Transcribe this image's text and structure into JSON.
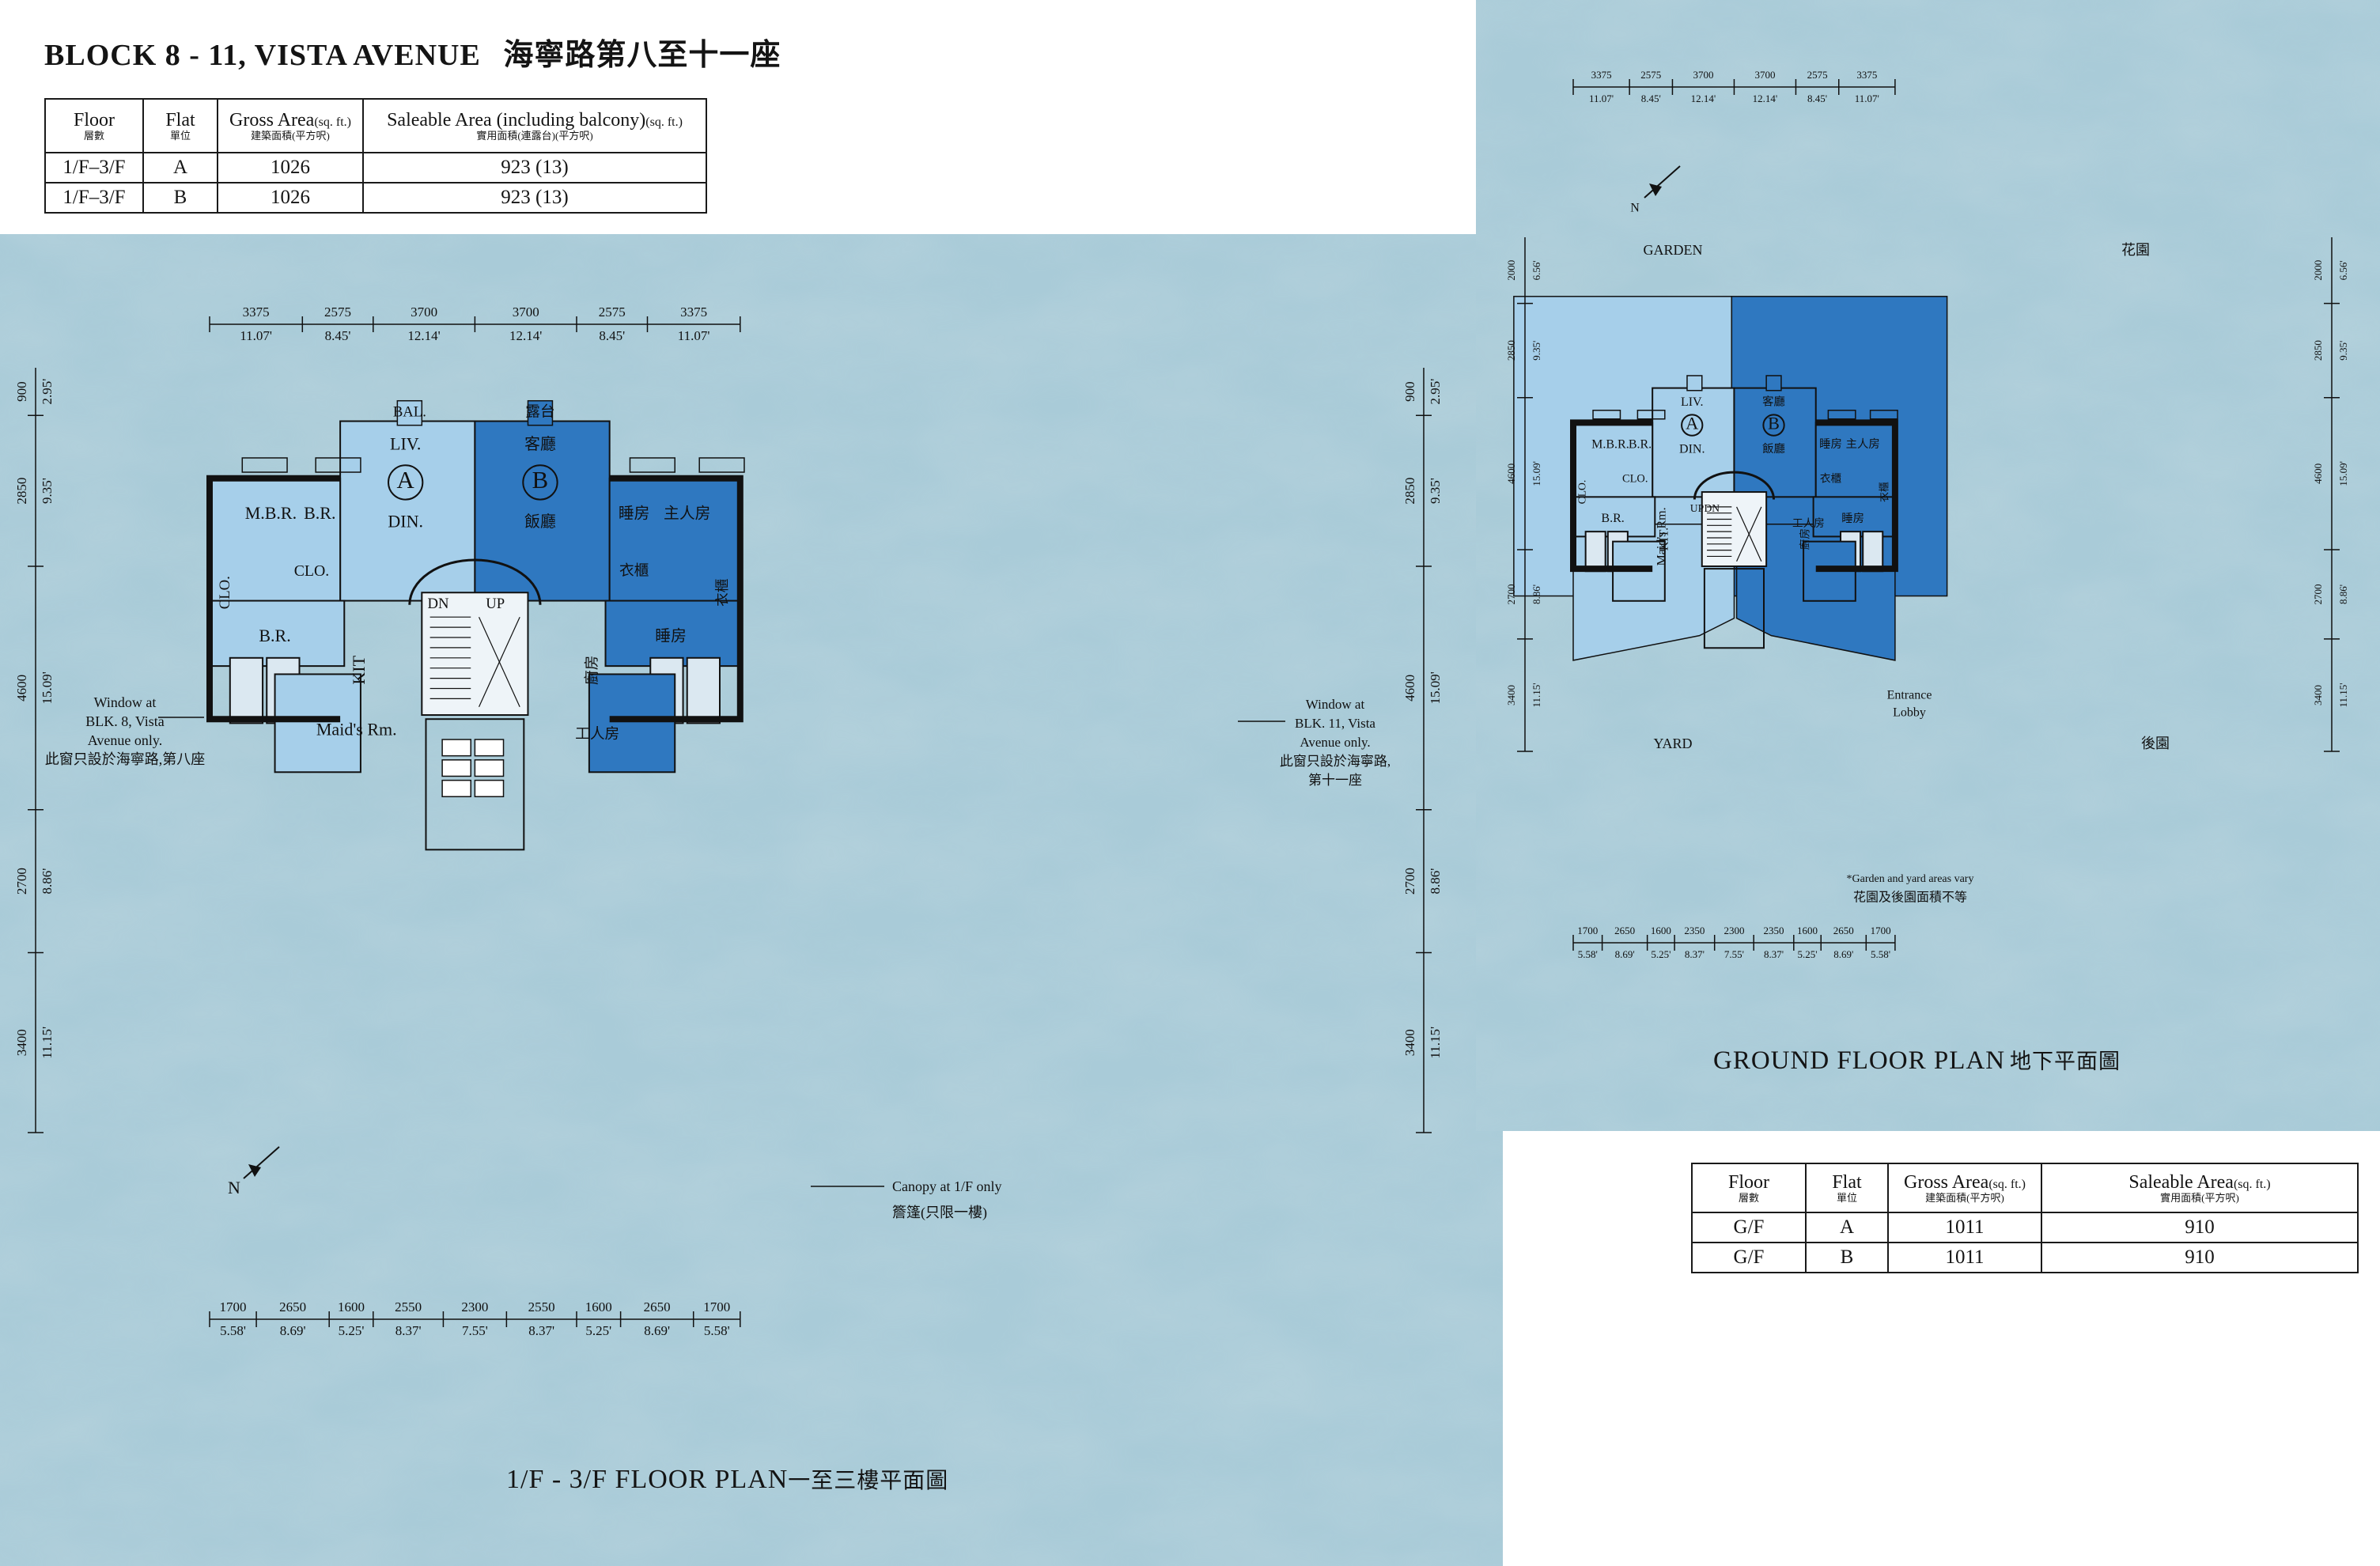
{
  "heading": {
    "title": "BLOCK 8 - 11, VISTA AVENUE",
    "title_zh": "海寧路第八至十一座"
  },
  "upper_table": {
    "headers": [
      {
        "en": "Floor",
        "zh": "層數"
      },
      {
        "en": "Flat",
        "zh": "單位"
      },
      {
        "en": "Gross Area",
        "unit": "(sq. ft.)",
        "zh": "建築面積(平方呎)"
      },
      {
        "en": "Saleable Area (including balcony)",
        "unit": "(sq. ft.)",
        "zh": "實用面積(連露台)(平方呎)"
      }
    ],
    "rows": [
      [
        "1/F–3/F",
        "A",
        "1026",
        "923 (13)"
      ],
      [
        "1/F–3/F",
        "B",
        "1026",
        "923 (13)"
      ]
    ]
  },
  "ground_table": {
    "headers": [
      {
        "en": "Floor",
        "zh": "層數"
      },
      {
        "en": "Flat",
        "zh": "單位"
      },
      {
        "en": "Gross Area",
        "unit": "(sq. ft.)",
        "zh": "建築面積(平方呎)"
      },
      {
        "en": "Saleable Area",
        "unit": "(sq. ft.)",
        "zh": "實用面積(平方呎)"
      }
    ],
    "rows": [
      [
        "G/F",
        "A",
        "1011",
        "910"
      ],
      [
        "G/F",
        "B",
        "1011",
        "910"
      ]
    ]
  },
  "upper_plan": {
    "caption": "1/F - 3/F FLOOR PLAN",
    "caption_zh": "一至三樓平面圖",
    "top_dims": [
      {
        "mm": "3375",
        "ft": "11.07'"
      },
      {
        "mm": "2575",
        "ft": "8.45'"
      },
      {
        "mm": "3700",
        "ft": "12.14'"
      },
      {
        "mm": "3700",
        "ft": "12.14'"
      },
      {
        "mm": "2575",
        "ft": "8.45'"
      },
      {
        "mm": "3375",
        "ft": "11.07'"
      }
    ],
    "bottom_dims": [
      {
        "mm": "1700",
        "ft": "5.58'"
      },
      {
        "mm": "2650",
        "ft": "8.69'"
      },
      {
        "mm": "1600",
        "ft": "5.25'"
      },
      {
        "mm": "2550",
        "ft": "8.37'"
      },
      {
        "mm": "2300",
        "ft": "7.55'"
      },
      {
        "mm": "2550",
        "ft": "8.37'"
      },
      {
        "mm": "1600",
        "ft": "5.25'"
      },
      {
        "mm": "2650",
        "ft": "8.69'"
      },
      {
        "mm": "1700",
        "ft": "5.58'"
      }
    ],
    "side_dims": [
      {
        "mm": "900",
        "ft": "2.95'"
      },
      {
        "mm": "2850",
        "ft": "9.35'"
      },
      {
        "mm": "4600",
        "ft": "15.09'"
      },
      {
        "mm": "2700",
        "ft": "8.86'"
      },
      {
        "mm": "3400",
        "ft": "11.15'"
      }
    ],
    "flat_a": {
      "marker": "A",
      "liv": "LIV.",
      "din": "DIN.",
      "bal": "BAL.",
      "mbr": "M.B.R.",
      "br1": "B.R.",
      "clo1": "CLO.",
      "clo2": "CLO.",
      "br2": "B.R.",
      "kit": "KIT",
      "maid": "Maid's Rm."
    },
    "flat_b": {
      "marker": "B",
      "liv": "客廳",
      "din": "飯廳",
      "bal": "露台",
      "mbr": "主人房",
      "br1": "睡房",
      "clo1": "衣櫃",
      "clo2": "衣櫃",
      "br2": "睡房",
      "kit": "廚房",
      "maid": "工人房"
    },
    "stair_dn": "DN",
    "stair_up": "UP",
    "window_left": [
      "Window at",
      "BLK. 8, Vista",
      "Avenue only.",
      "此窗只設於海寧路,第八座"
    ],
    "window_right": [
      "Window at",
      "BLK. 11, Vista",
      "Avenue only.",
      "此窗只設於海寧路,",
      "第十一座"
    ],
    "canopy": [
      "Canopy at 1/F only",
      "簷篷(只限一樓)"
    ],
    "north": "N"
  },
  "ground_plan": {
    "caption": "GROUND FLOOR PLAN",
    "caption_zh": "地下平面圖",
    "top_dims": [
      {
        "mm": "3375",
        "ft": "11.07'"
      },
      {
        "mm": "2575",
        "ft": "8.45'"
      },
      {
        "mm": "3700",
        "ft": "12.14'"
      },
      {
        "mm": "3700",
        "ft": "12.14'"
      },
      {
        "mm": "2575",
        "ft": "8.45'"
      },
      {
        "mm": "3375",
        "ft": "11.07'"
      }
    ],
    "bottom_dims": [
      {
        "mm": "1700",
        "ft": "5.58'"
      },
      {
        "mm": "2650",
        "ft": "8.69'"
      },
      {
        "mm": "1600",
        "ft": "5.25'"
      },
      {
        "mm": "2350",
        "ft": "8.37'"
      },
      {
        "mm": "2300",
        "ft": "7.55'"
      },
      {
        "mm": "2350",
        "ft": "8.37'"
      },
      {
        "mm": "1600",
        "ft": "5.25'"
      },
      {
        "mm": "2650",
        "ft": "8.69'"
      },
      {
        "mm": "1700",
        "ft": "5.58'"
      }
    ],
    "side_dims": [
      {
        "mm": "2000",
        "ft": "6.56'"
      },
      {
        "mm": "2850",
        "ft": "9.35'"
      },
      {
        "mm": "4600",
        "ft": "15.09'"
      },
      {
        "mm": "2700",
        "ft": "8.86'"
      },
      {
        "mm": "3400",
        "ft": "11.15'"
      }
    ],
    "garden": "GARDEN",
    "garden_zh": "花園",
    "yard": "YARD",
    "yard_zh": "後園",
    "flat_a": {
      "marker": "A",
      "liv": "LIV.",
      "din": "DIN.",
      "mbr": "M.B.R.",
      "br1": "B.R.",
      "clo1": "CLO.",
      "clo2": "CLO.",
      "br2": "B.R.",
      "kit": "KIT.",
      "maid": "Maid's Rm."
    },
    "flat_b": {
      "marker": "B",
      "liv": "客廳",
      "din": "飯廳",
      "mbr": "主人房",
      "br1": "睡房",
      "clo1": "衣櫃",
      "clo2": "衣櫃",
      "br2": "睡房",
      "kit": "廚房",
      "maid": "工人房"
    },
    "stair_up": "UP",
    "stair_dn": "DN",
    "lobby": [
      "Entrance",
      "Lobby"
    ],
    "note": [
      "*Garden and yard areas vary",
      "花園及後園面積不等"
    ],
    "north": "N"
  },
  "colors": {
    "panel": "#a9cbd8",
    "flat_a": "#a6cfea",
    "flat_b": "#2f78c0",
    "stroke": "#111111",
    "bath": "#dbe8f1"
  }
}
